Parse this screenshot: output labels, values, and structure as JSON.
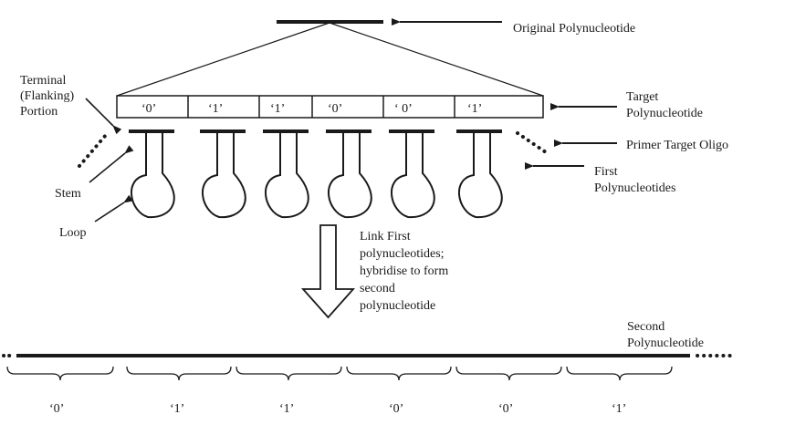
{
  "labels": {
    "original": "Original Polynucleotide",
    "terminal": [
      "Terminal",
      "(Flanking)",
      "Portion"
    ],
    "target": [
      "Target",
      "Polynucleotide"
    ],
    "primer_target_oligo": "Primer Target Oligo",
    "first": [
      "First",
      "Polynucleotides"
    ],
    "stem": "Stem",
    "loop": "Loop",
    "process": [
      "Link First",
      "polynucleotides;",
      "hybridise to form",
      "second",
      "polynucleotide"
    ],
    "second": [
      "Second",
      "Polynucleotide"
    ]
  },
  "target_bits": [
    "‘0’",
    "‘1’",
    "‘1’",
    "‘0’",
    "‘ 0’",
    "‘1’"
  ],
  "second_bits": [
    "‘0’",
    "‘1’",
    "‘1’",
    "‘0’",
    "‘0’",
    "‘1’"
  ]
}
